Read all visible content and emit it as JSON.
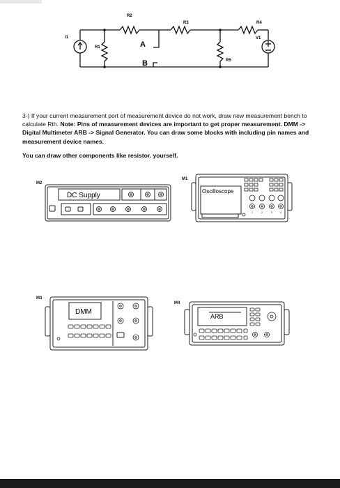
{
  "circuit": {
    "labels": {
      "I1": "I1",
      "R1": "R1",
      "R2": "R2",
      "R3": "R3",
      "R4": "R4",
      "R5": "R5",
      "V1": "V1",
      "A": "A",
      "B": "B"
    }
  },
  "question": {
    "intro": "3-) If your current measurement port of measurement device do not work, draw new measurement bench to calculate Rth.",
    "note_label": "Note:",
    "note_text": "Pins of measurement devices are important to get proper measurement. DMM -> Digital Multimeter ARB -> Signal Generator. You can draw some blocks with including pin names and measurement device names.",
    "extra": "You can draw other components like resistor. yourself."
  },
  "devices": {
    "m1": {
      "tag": "M1",
      "screen_label": "Oscilloscope"
    },
    "m2": {
      "tag": "M2",
      "screen_label": "DC Supply"
    },
    "m3": {
      "tag": "M3",
      "screen_label": "DMM"
    },
    "m4": {
      "tag": "M4",
      "screen_label": "ARB"
    }
  }
}
